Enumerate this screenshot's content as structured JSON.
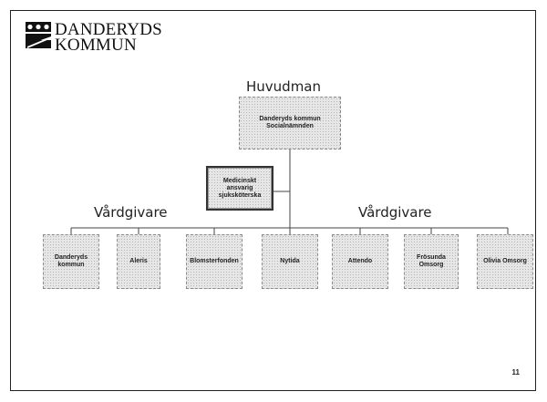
{
  "logo": {
    "line1": "DANDERYDS",
    "line2": "KOMMUN"
  },
  "headings": {
    "principal": "Huvudman",
    "provider_left": "Vårdgivare",
    "provider_right": "Vårdgivare"
  },
  "top_box": {
    "line1": "Danderyds kommun",
    "line2": "Socialnämnden"
  },
  "mas_box": {
    "line1": "Medicinskt",
    "line2": "ansvarig",
    "line3": "sjuksköterska"
  },
  "providers": [
    {
      "line1": "Danderyds",
      "line2": "kommun"
    },
    {
      "line1": "Aleris",
      "line2": ""
    },
    {
      "line1": "Blomsterfonden",
      "line2": ""
    },
    {
      "line1": "Nytida",
      "line2": ""
    },
    {
      "line1": "Attendo",
      "line2": ""
    },
    {
      "line1": "Frösunda",
      "line2": "Omsorg"
    },
    {
      "line1": "Olivia Omsorg",
      "line2": ""
    }
  ],
  "slide_number": "11",
  "colors": {
    "box_fill": "#e6e6e6",
    "line": "#444444"
  }
}
